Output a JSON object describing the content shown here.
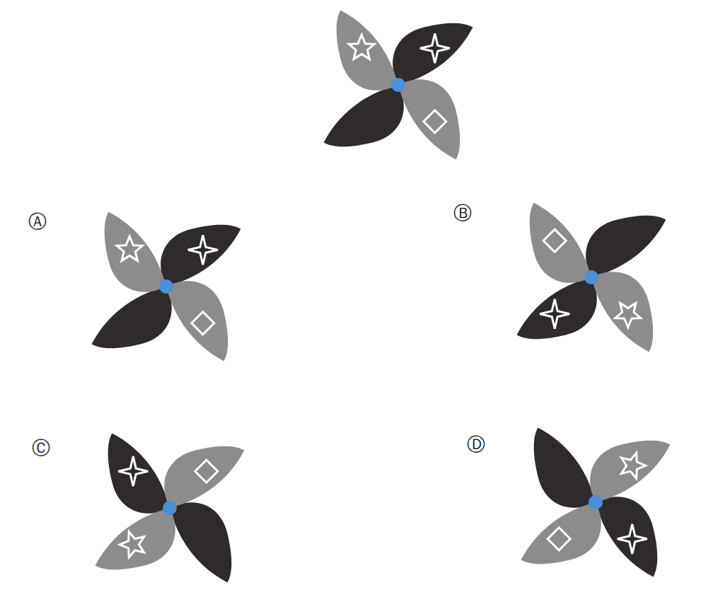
{
  "diagram": {
    "labels": [
      "Ⓐ",
      "Ⓑ",
      "Ⓒ",
      "Ⓓ"
    ]
  }
}
